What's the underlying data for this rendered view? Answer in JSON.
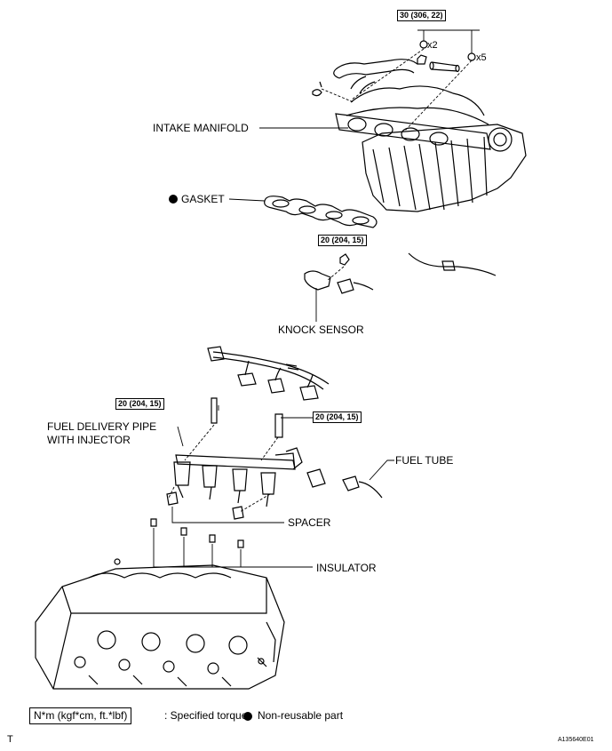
{
  "labels": {
    "intake_manifold": "INTAKE MANIFOLD",
    "gasket": "GASKET",
    "knock_sensor": "KNOCK SENSOR",
    "fuel_delivery_pipe_1": "FUEL DELIVERY PIPE",
    "fuel_delivery_pipe_2": "WITH INJECTOR",
    "fuel_tube": "FUEL TUBE",
    "spacer": "SPACER",
    "insulator": "INSULATOR"
  },
  "torques": {
    "manifold": "30 (306, 22)",
    "knock": "20 (204, 15)",
    "pipe_left": "20 (204, 15)",
    "pipe_right": "20 (204, 15)"
  },
  "quantities": {
    "x2": "x2",
    "x5": "x5"
  },
  "legend": {
    "unit": "N*m (kgf*cm, ft.*lbf)",
    "specified": ": Specified torque",
    "non_reusable": "Non-reusable part"
  },
  "footer": {
    "left_mark": "T",
    "figure_id": "A135640E01"
  }
}
